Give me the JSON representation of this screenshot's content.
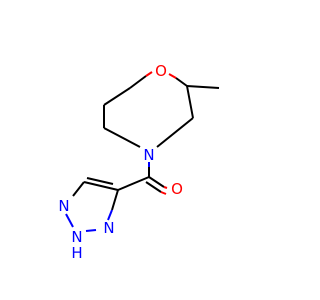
{
  "colors": {
    "carbon_bond": "#000000",
    "oxygen": "#ff0000",
    "nitrogen": "#0000ff",
    "background": "#ffffff"
  },
  "atoms": {
    "ring_oxygen": "O",
    "ring_nitrogen": "N",
    "carbonyl_oxygen": "O",
    "triazole_n3": "N",
    "triazole_n2": "N",
    "triazole_n1h": "N",
    "triazole_h": "H"
  }
}
